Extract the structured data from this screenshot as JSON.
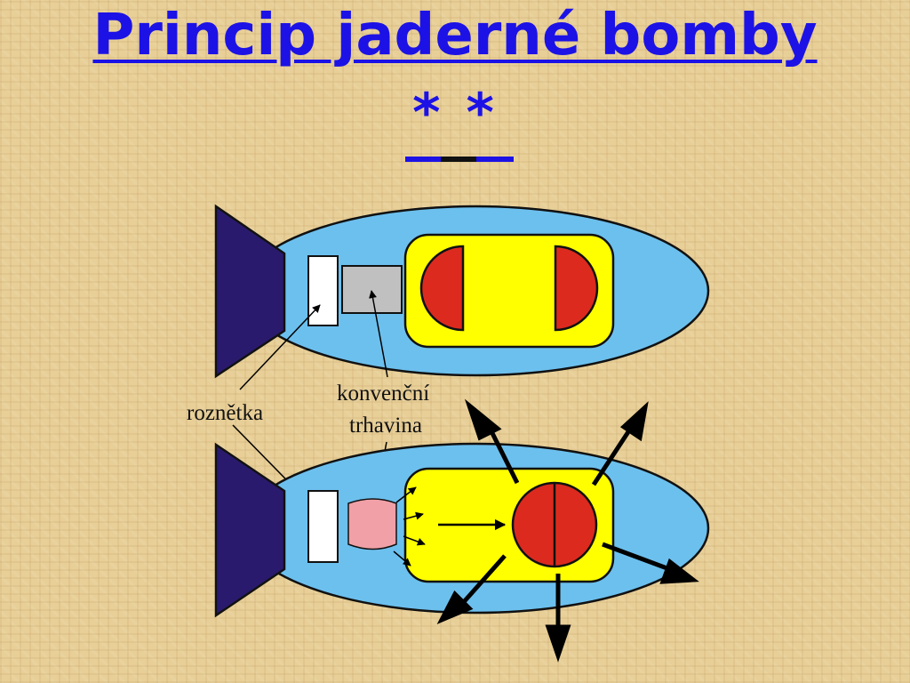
{
  "title": "Princip jaderné bomby",
  "stars": "* *",
  "labels": {
    "roznetka": "roznětka",
    "konvencni_line1": "konvenční",
    "konvencni_line2": "trhavina"
  },
  "colors": {
    "title": "#1c12e6",
    "fin": "#2a1a6e",
    "body": "#6cc0ee",
    "core_box": "#ffff00",
    "fissile": "#dd2a1e",
    "igniter": "#ffffff",
    "explosive_before": "#c0c0c0",
    "explosive_after": "#f0a0a6",
    "arrow": "#000000"
  }
}
